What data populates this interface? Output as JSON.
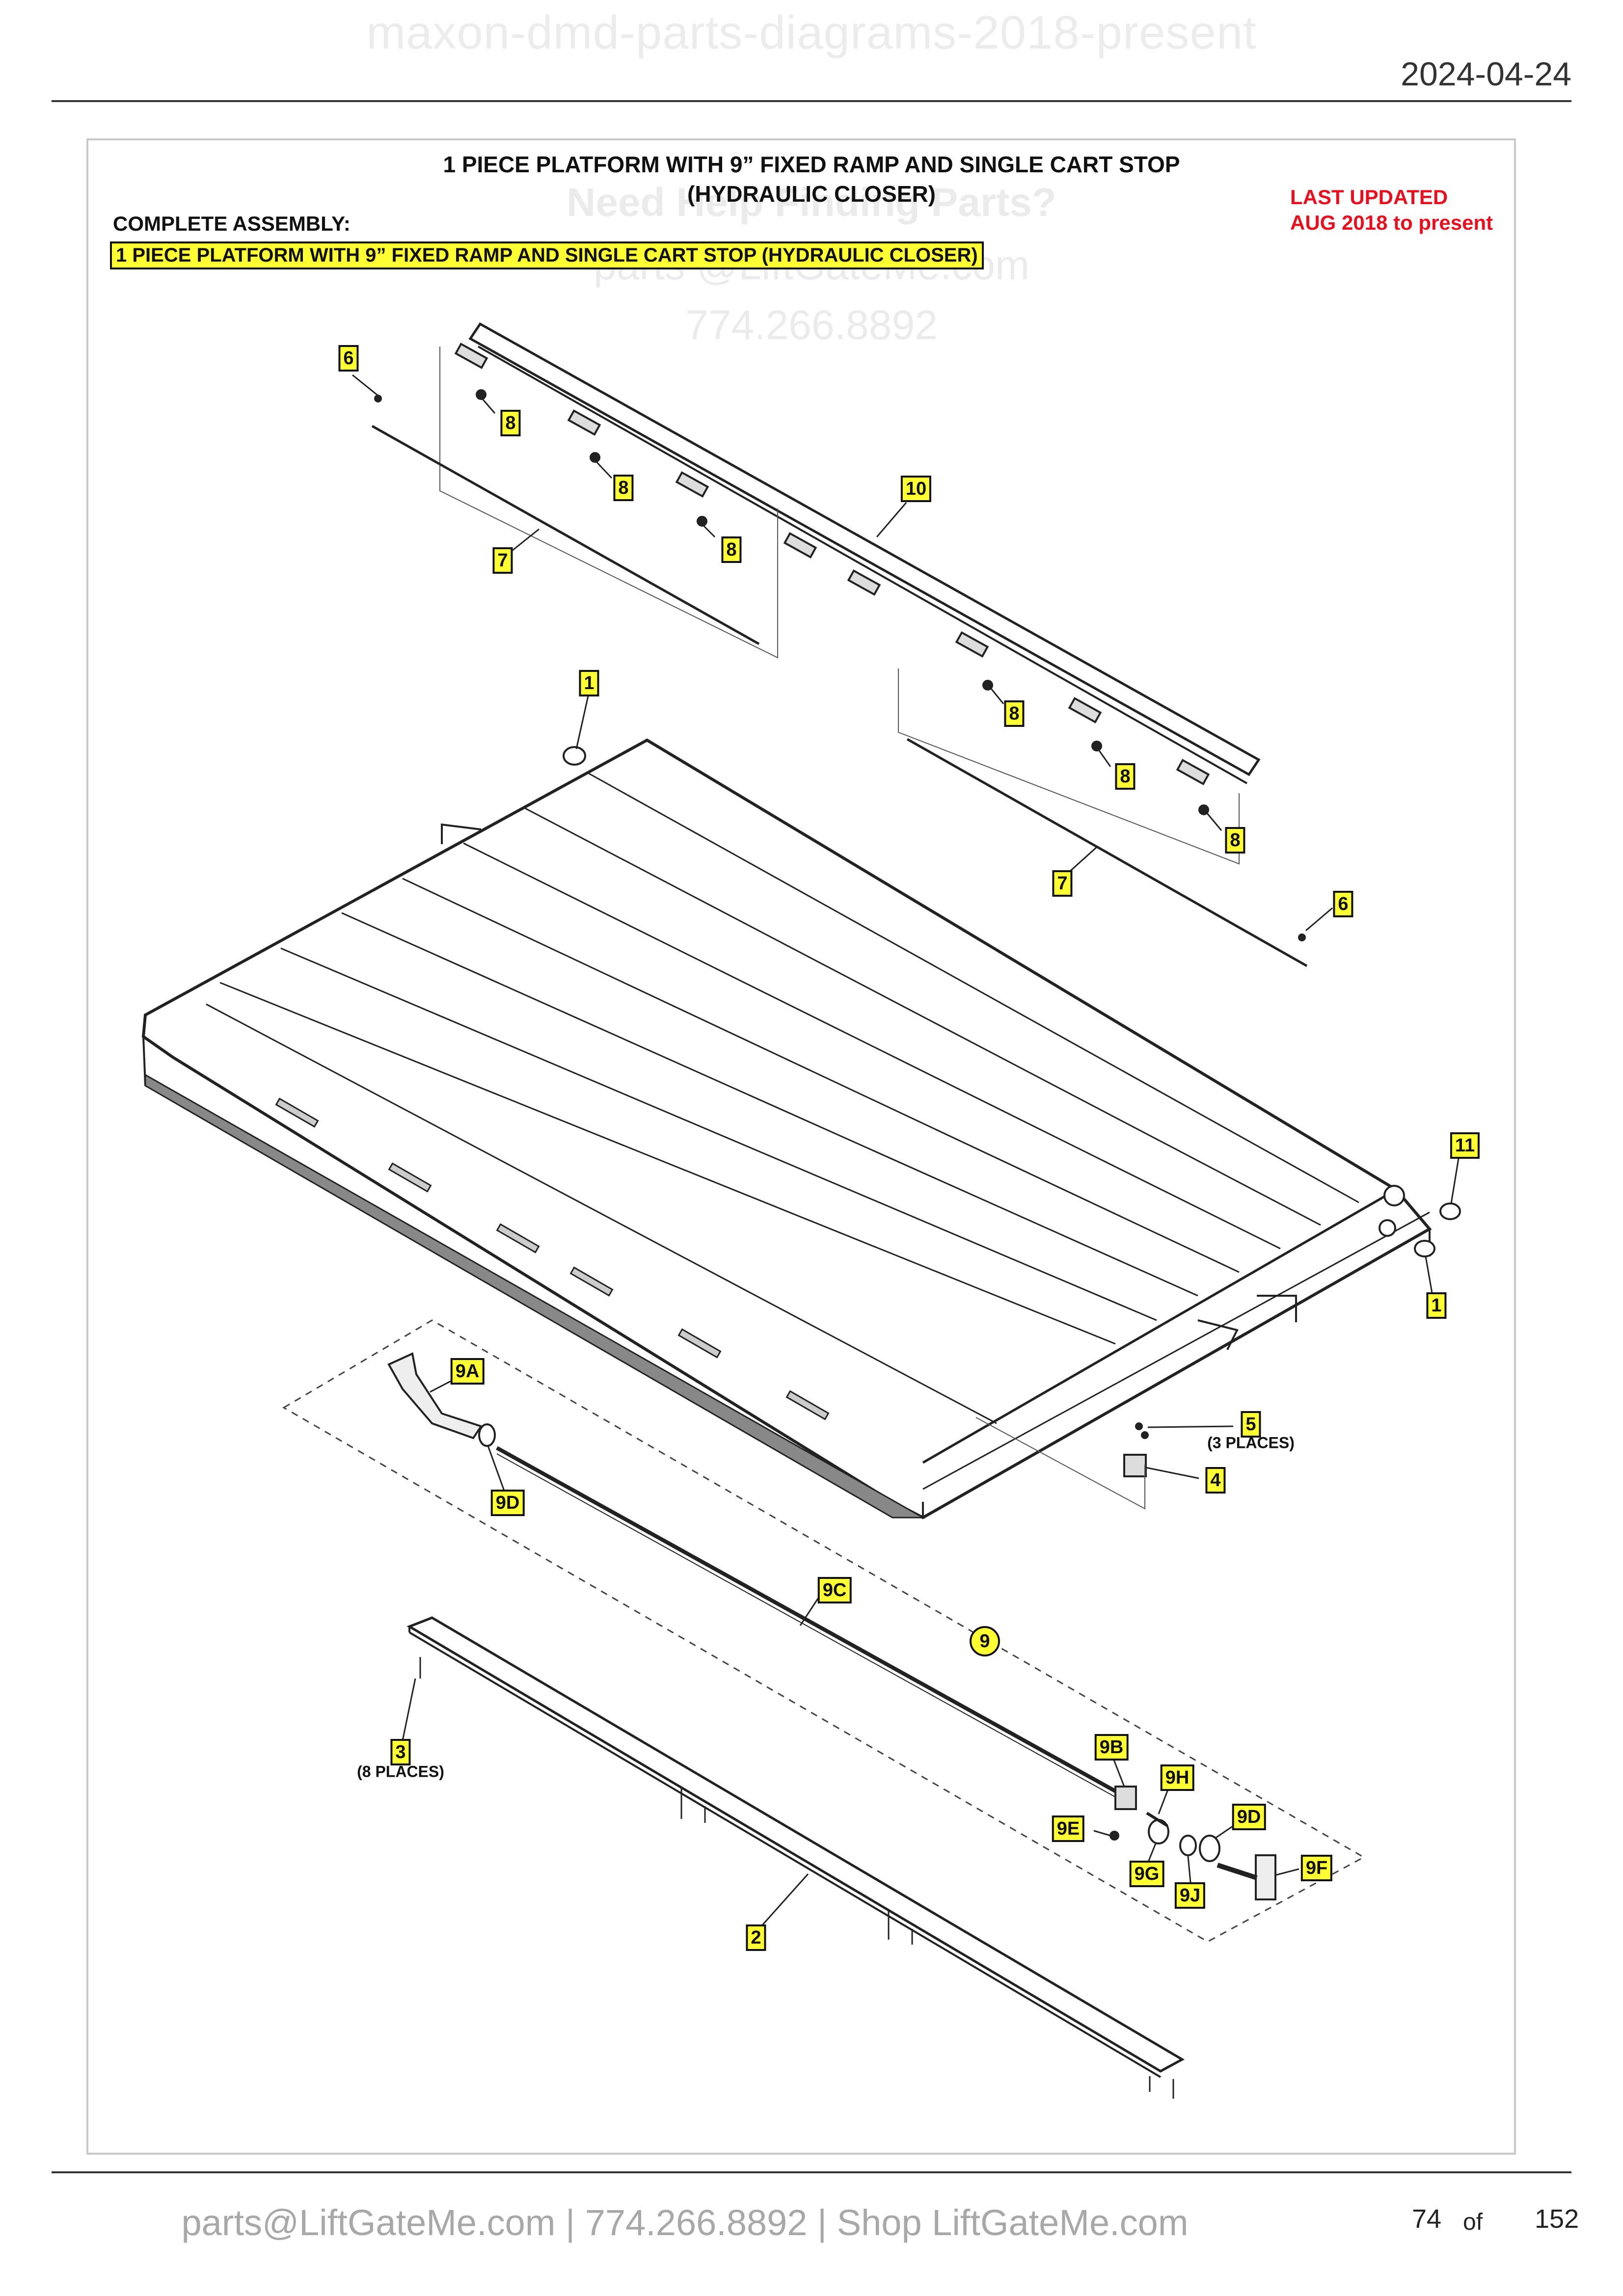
{
  "watermark_top": "maxon-dmd-parts-diagrams-2018-present",
  "date": "2024-04-24",
  "title_line1": "1 PIECE PLATFORM WITH 9” FIXED RAMP AND SINGLE CART STOP",
  "title_line2": "(HYDRAULIC CLOSER)",
  "complete_label": "COMPLETE ASSEMBLY:",
  "assembly_name": "1 PIECE PLATFORM WITH 9” FIXED RAMP AND SINGLE CART STOP (HYDRAULIC CLOSER)",
  "last_updated": {
    "line1": "LAST UPDATED",
    "line2": "AUG 2018 to present"
  },
  "watermark": {
    "heading": "Need Help Finding Parts?",
    "email": "parts @LiftGateMe.com",
    "phone": "774.266.8892"
  },
  "callouts": {
    "c6a": "6",
    "c8a": "8",
    "c8b": "8",
    "c8c": "8",
    "c10": "10",
    "c7a": "7",
    "c1a": "1",
    "c8d": "8",
    "c8e": "8",
    "c8f": "8",
    "c7b": "7",
    "c6b": "6",
    "c11": "11",
    "c1b": "1",
    "c9A": "9A",
    "c5": "5",
    "c4": "4",
    "c9D": "9D",
    "c9C": "9C",
    "c9": "9",
    "c3": "3",
    "c9B": "9B",
    "c9H": "9H",
    "c9D2": "9D",
    "c9E": "9E",
    "c9G": "9G",
    "c9J": "9J",
    "c9F": "9F",
    "c2": "2"
  },
  "notes": {
    "places3": "(3 PLACES)",
    "places8": "(8 PLACES)"
  },
  "footer": "parts@LiftGateMe.com | 774.266.8892 | Shop LiftGateMe.com",
  "page": {
    "current": "74",
    "of": "of",
    "total": "152"
  }
}
